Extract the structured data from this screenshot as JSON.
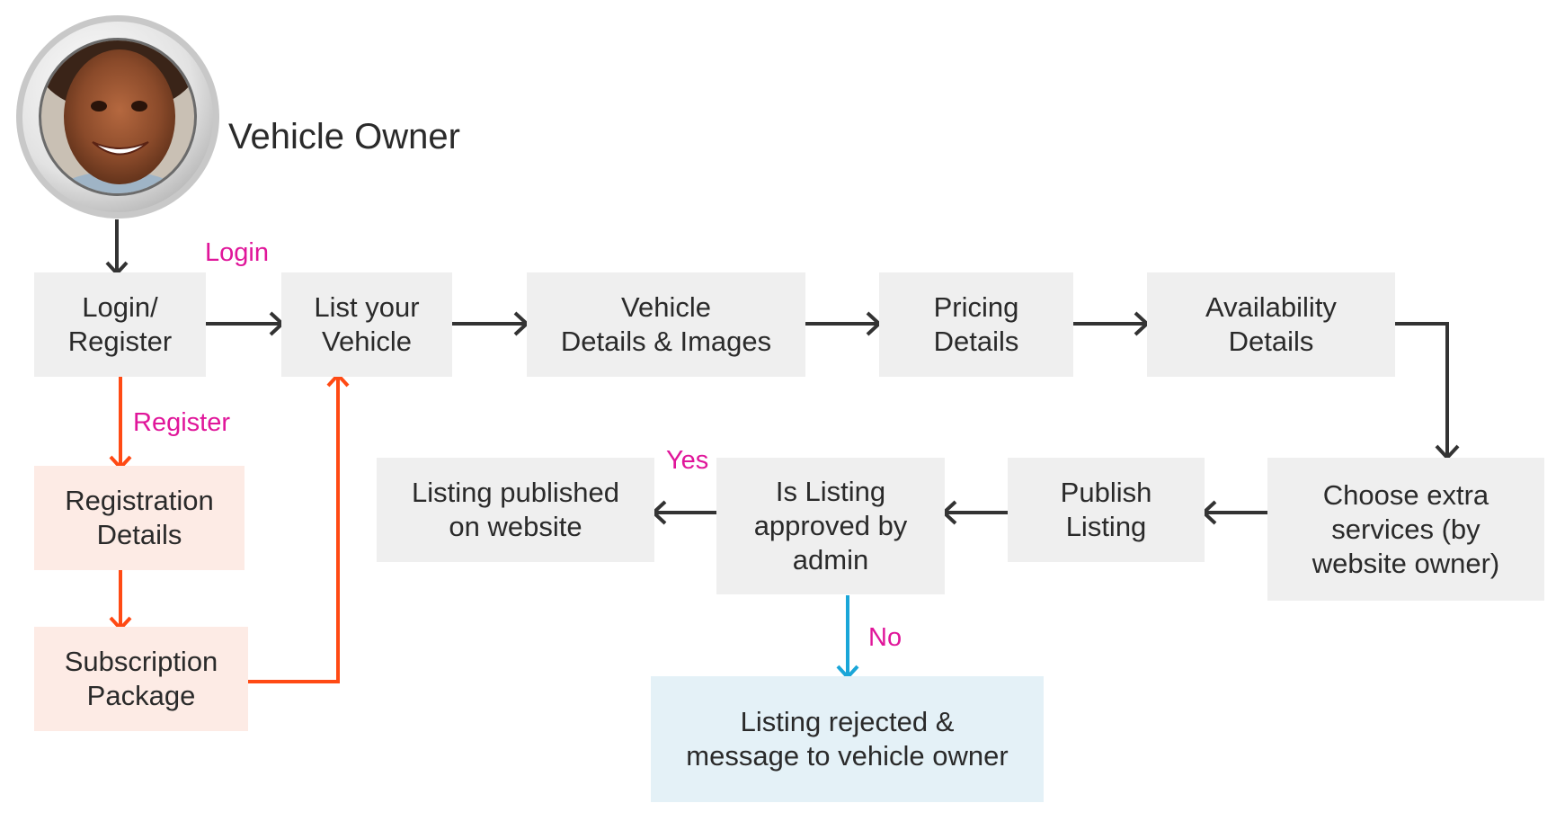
{
  "actor": {
    "label": "Vehicle Owner",
    "avatar_icon": "person-photo-avatar"
  },
  "nodes": {
    "login_register": "Login/\nRegister",
    "list_vehicle": "List your\nVehicle",
    "vehicle_details": "Vehicle\nDetails & Images",
    "pricing": "Pricing\nDetails",
    "availability": "Availability\nDetails",
    "registration_details": "Registration\nDetails",
    "subscription": "Subscription\nPackage",
    "extra_services": "Choose extra\nservices (by\nwebsite owner)",
    "publish": "Publish\nListing",
    "approved": "Is Listing\napproved by\nadmin",
    "published": "Listing published\non website",
    "rejected": "Listing rejected &\nmessage to vehicle owner"
  },
  "edge_labels": {
    "login": "Login",
    "register": "Register",
    "yes": "Yes",
    "no": "No"
  },
  "colors": {
    "box_gray": "#efefef",
    "box_salmon": "#fdebe5",
    "box_blue": "#e4f1f7",
    "arrow_dark": "#333333",
    "arrow_orange": "#ff4a14",
    "arrow_blue": "#1aa6d8",
    "label_magenta": "#e0169a"
  }
}
